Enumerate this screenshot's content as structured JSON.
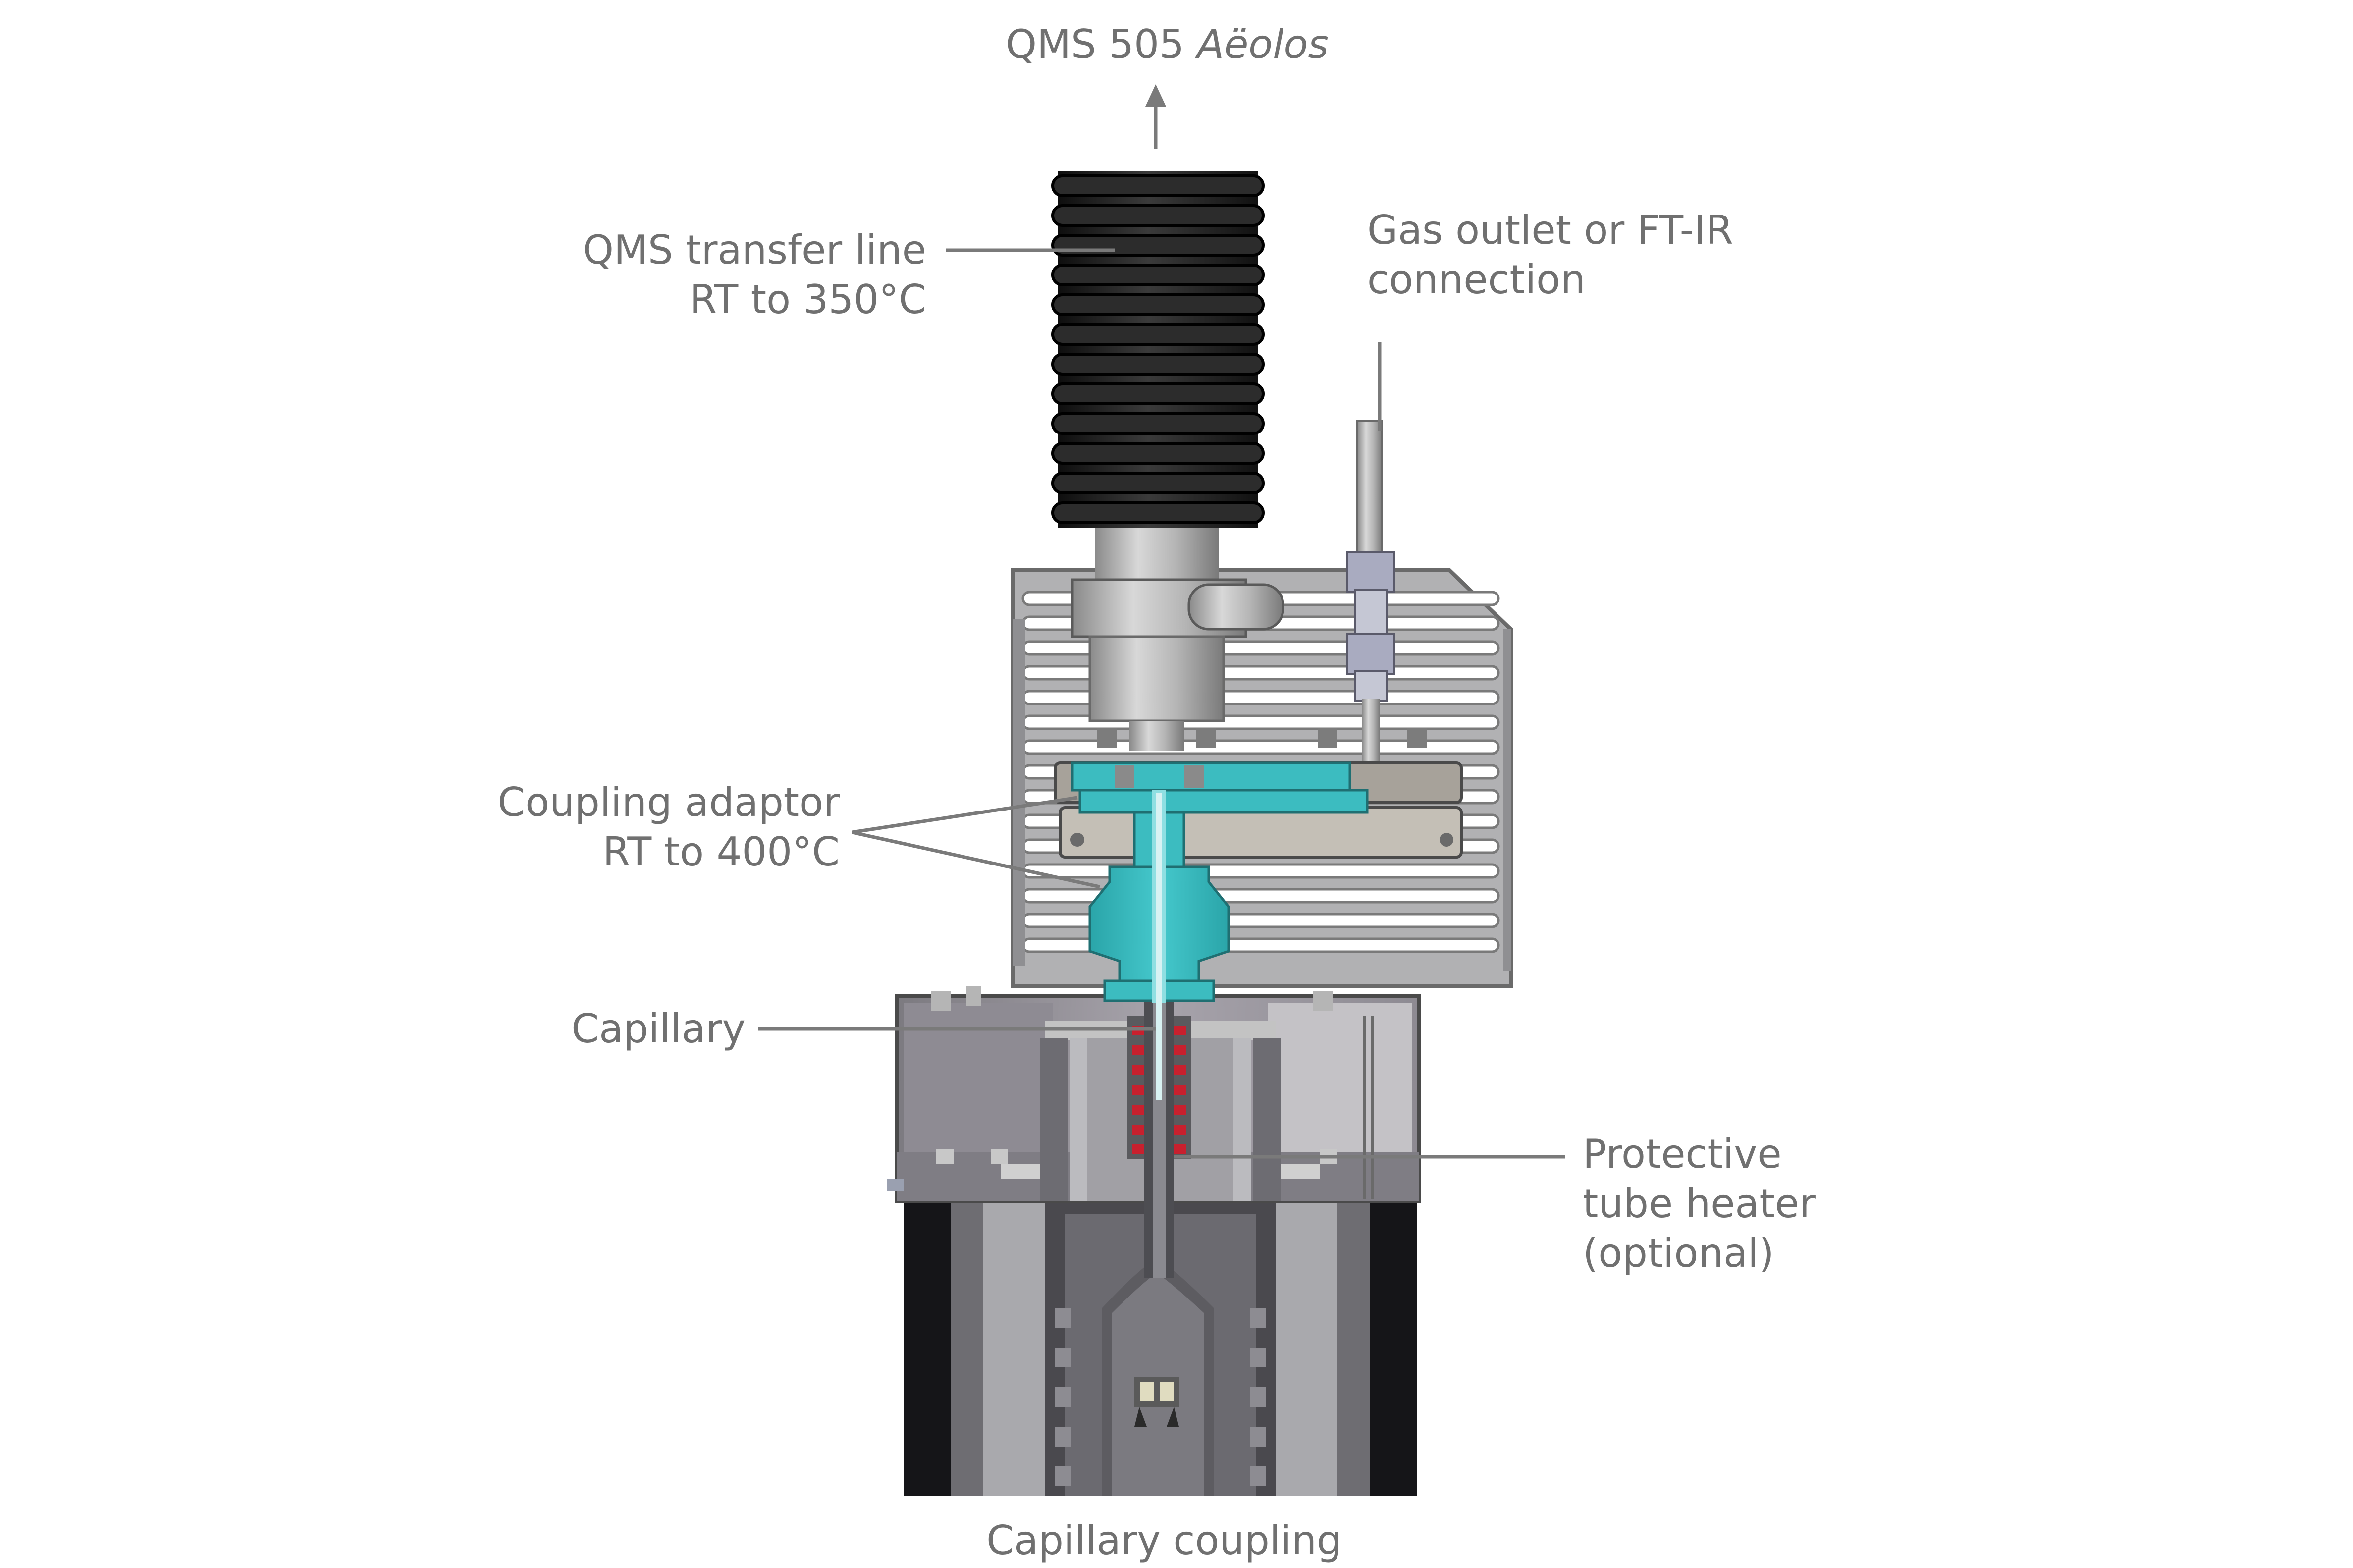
{
  "labels": {
    "top": {
      "main": "QMS 505",
      "italic": "Aëolos"
    },
    "transfer_line": {
      "line1": "QMS transfer line",
      "line2": "RT to 350°C"
    },
    "gas_outlet": {
      "line1": "Gas outlet or FT-IR",
      "line2": "connection"
    },
    "coupling_adaptor": {
      "line1": "Coupling adaptor",
      "line2": "RT to 400°C"
    },
    "capillary": "Capillary",
    "heater": {
      "line1": "Protective",
      "line2": "tube heater",
      "line3": "(optional)"
    },
    "caption": "Capillary coupling"
  },
  "colors": {
    "label_text": "#707070",
    "leader_line": "#7a7a7a",
    "transfer_hose": "#1e1e1e",
    "coupling_adaptor": "#3cbcc0",
    "heater_coil": "#c8202e",
    "metal_housing": "#9a9a9a",
    "furnace_body": "#2c2c30"
  }
}
